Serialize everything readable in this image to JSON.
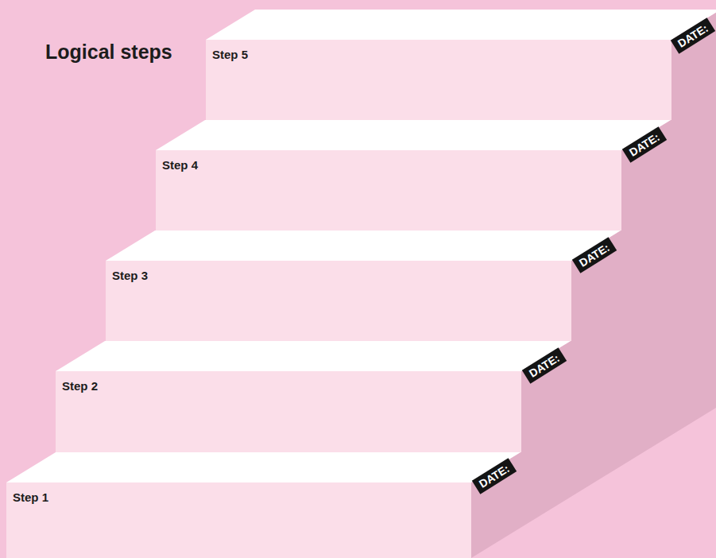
{
  "diagram": {
    "title": "Logical steps",
    "nodes": [
      {
        "text": [
          "Step 1"
        ]
      },
      {
        "text": [
          "Step 2"
        ]
      },
      {
        "text": [
          "Step 3"
        ]
      },
      {
        "text": [
          "Step 4"
        ]
      },
      {
        "text": [
          "Step 5"
        ]
      }
    ],
    "labels": [
      "DATE:",
      "DATE:",
      "DATE:",
      "DATE:",
      "DATE:"
    ]
  }
}
